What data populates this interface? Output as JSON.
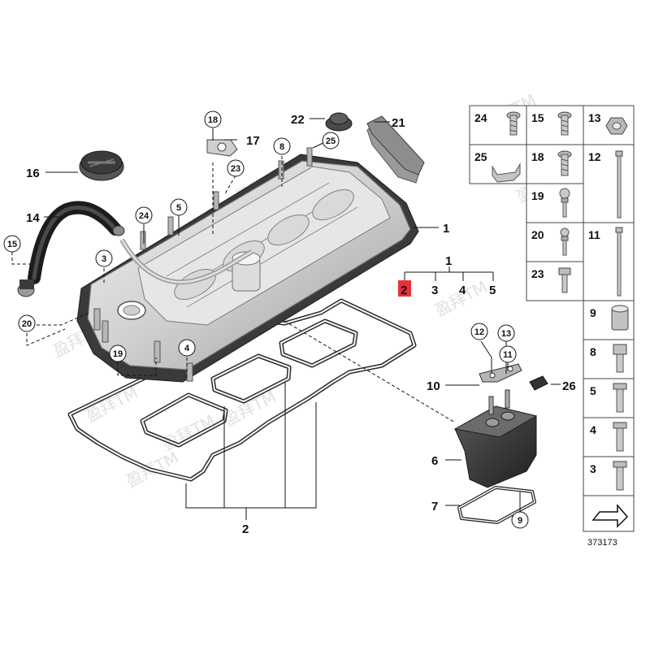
{
  "diagram_number": "373173",
  "watermark_text": "盈拜TM",
  "callouts": {
    "c1": "1",
    "c2": "2",
    "c3": "3",
    "c4": "4",
    "c5": "5",
    "c6": "6",
    "c7": "7",
    "c8": "8",
    "c9": "9",
    "c10": "10",
    "c11": "11",
    "c12": "12",
    "c13": "13",
    "c14": "14",
    "c15": "15",
    "c16": "16",
    "c17": "17",
    "c18": "18",
    "c19": "19",
    "c20": "20",
    "c21": "21",
    "c22": "22",
    "c23": "23",
    "c24": "24",
    "c25": "25",
    "c26": "26"
  },
  "assembly_tree": {
    "parent": "1",
    "children": [
      "2",
      "3",
      "4",
      "5"
    ],
    "highlighted": "2",
    "highlight_color": "#e8303a"
  },
  "parts_table": [
    {
      "label": "24",
      "icon": "screw-icon"
    },
    {
      "label": "15",
      "icon": "screw-icon"
    },
    {
      "label": "13",
      "icon": "nut-icon"
    },
    {
      "label": "25",
      "icon": "clip-icon"
    },
    {
      "label": "18",
      "icon": "screw-icon"
    },
    {
      "label": "12",
      "icon": "long-bolt-icon"
    },
    {
      "label": "19",
      "icon": "ball-stud-icon"
    },
    {
      "label": "20",
      "icon": "ball-stud-icon"
    },
    {
      "label": "11",
      "icon": "long-bolt-icon"
    },
    {
      "label": "23",
      "icon": "bolt-icon"
    },
    {
      "label": "9",
      "icon": "sleeve-icon"
    },
    {
      "label": "8",
      "icon": "torx-bolt-icon"
    },
    {
      "label": "5",
      "icon": "bolt-icon"
    },
    {
      "label": "4",
      "icon": "bolt-icon"
    },
    {
      "label": "3",
      "icon": "bolt-icon"
    }
  ]
}
